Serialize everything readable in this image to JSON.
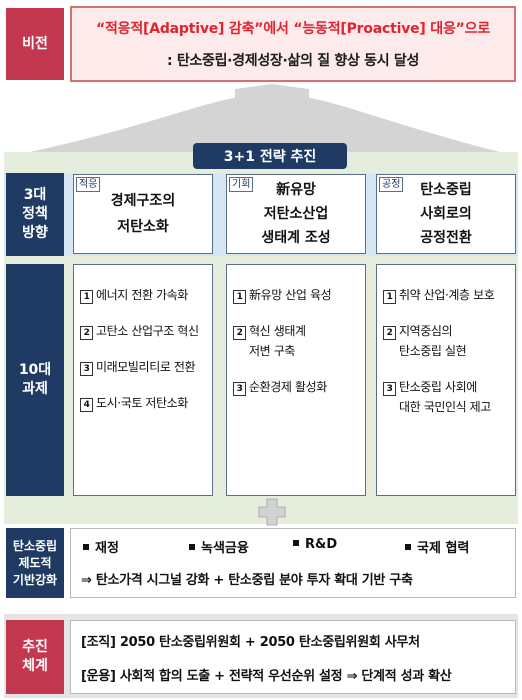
{
  "vision": {
    "label": "비전",
    "line1": "“적응적[Adaptive] 감축”에서 “능동적[Proactive] 대응”으로",
    "line2": ": 탄소중립·경제성장·삶의 질 향상 동시 달성"
  },
  "strategy_banner": "3+1 전략 추진",
  "policy": {
    "label_lines": [
      "3대",
      "정책",
      "방향"
    ],
    "columns": [
      {
        "tag": "적응",
        "lines": [
          "경제구조의",
          "저탄소화"
        ]
      },
      {
        "tag": "기회",
        "lines": [
          "新유망",
          "저탄소산업",
          "생태계 조성"
        ]
      },
      {
        "tag": "공정",
        "lines": [
          "탄소중립",
          "사회로의",
          "공정전환"
        ]
      }
    ]
  },
  "tasks": {
    "label_lines": [
      "10대",
      "과제"
    ],
    "columns": [
      [
        {
          "num": "1",
          "lines": [
            "에너지 전환 가속화"
          ]
        },
        {
          "num": "2",
          "lines": [
            "고탄소 산업구조 혁신"
          ]
        },
        {
          "num": "3",
          "lines": [
            "미래모빌리티로 전환"
          ]
        },
        {
          "num": "4",
          "lines": [
            "도시·국토 저탄소화"
          ]
        }
      ],
      [
        {
          "num": "1",
          "lines": [
            "新유망 산업 육성"
          ]
        },
        {
          "num": "2",
          "lines": [
            "혁신 생태계",
            "저변 구축"
          ]
        },
        {
          "num": "3",
          "lines": [
            "순환경제 활성화"
          ]
        }
      ],
      [
        {
          "num": "1",
          "lines": [
            "취약 산업·계층 보호"
          ]
        },
        {
          "num": "2",
          "lines": [
            "지역중심의",
            "탄소중립 실현"
          ]
        },
        {
          "num": "3",
          "lines": [
            "탄소중립 사회에",
            "대한 국민인식 제고"
          ]
        }
      ]
    ]
  },
  "base": {
    "label_lines": [
      "탄소중립",
      "제도적",
      "기반강화"
    ],
    "items": [
      "재정",
      "녹색금융",
      "R&D",
      "국제 협력"
    ],
    "line2": "⇒ 탄소가격 시그널 강화 + 탄소중립 분야 투자 확대 기반 구축"
  },
  "system": {
    "label_lines": [
      "추진",
      "체계"
    ],
    "line1": "[조직] 2050 탄소중립위원회 + 2050 탄소중립위원회 사무처",
    "line2": "[운용] 사회적 합의 도출 + 전략적 우선순위 설정 ⇒ 단계적 성과 확산"
  },
  "colors": {
    "navy": "#1f3b63",
    "vision_label": "#c3384f",
    "vision_fill": "#fdeaea",
    "vision_text": "#e0232f",
    "panel_green": "#e5eddc",
    "strip_blue": "#d6e6f3"
  }
}
